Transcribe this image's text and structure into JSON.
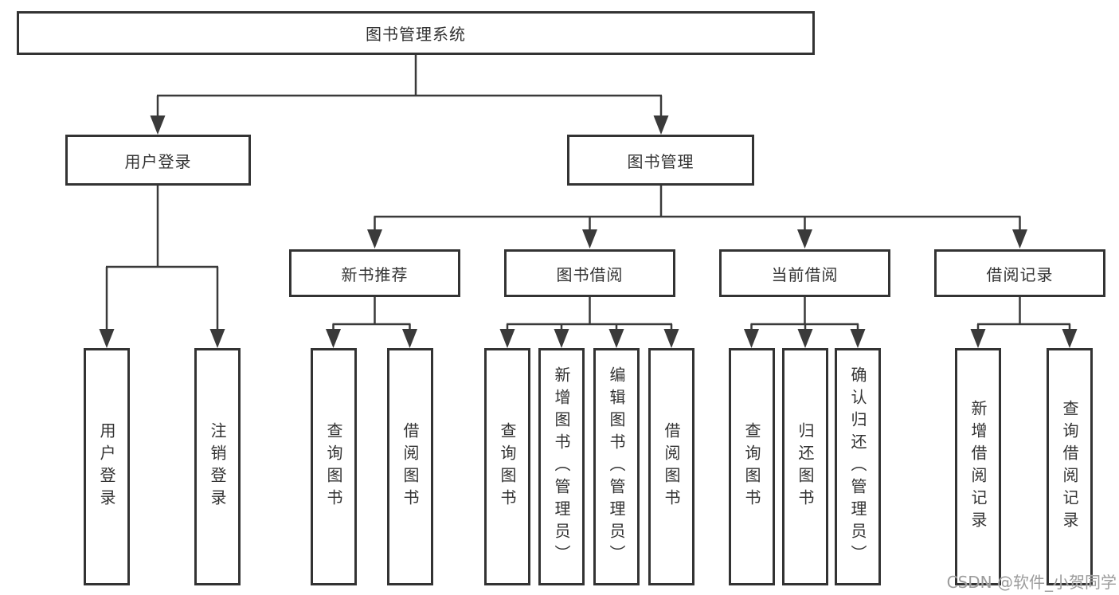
{
  "diagram": {
    "root": "图书管理系统",
    "level2": {
      "user_login": "用户登录",
      "book_mgmt": "图书管理"
    },
    "level3": {
      "new_books": "新书推荐",
      "book_borrow": "图书借阅",
      "current_borrow": "当前借阅",
      "borrow_records": "借阅记录"
    },
    "leaves": {
      "user_login": "用户登录",
      "logout": "注销登录",
      "nb_query": "查询图书",
      "nb_borrow": "借阅图书",
      "bw_query": "查询图书",
      "bw_add": "新增图书（管理员）",
      "bw_edit": "编辑图书（管理员）",
      "bw_borrow": "借阅图书",
      "cur_query": "查询图书",
      "cur_return": "归还图书",
      "cur_confirm": "确认归还（管理员）",
      "rec_add": "新增借阅记录",
      "rec_query": "查询借阅记录"
    }
  },
  "watermark": "CSDN @软件_小贺同学",
  "colors": {
    "line": "#3a3a3a",
    "text": "#333333",
    "background": "#ffffff",
    "watermark": "#9b9b9b"
  }
}
